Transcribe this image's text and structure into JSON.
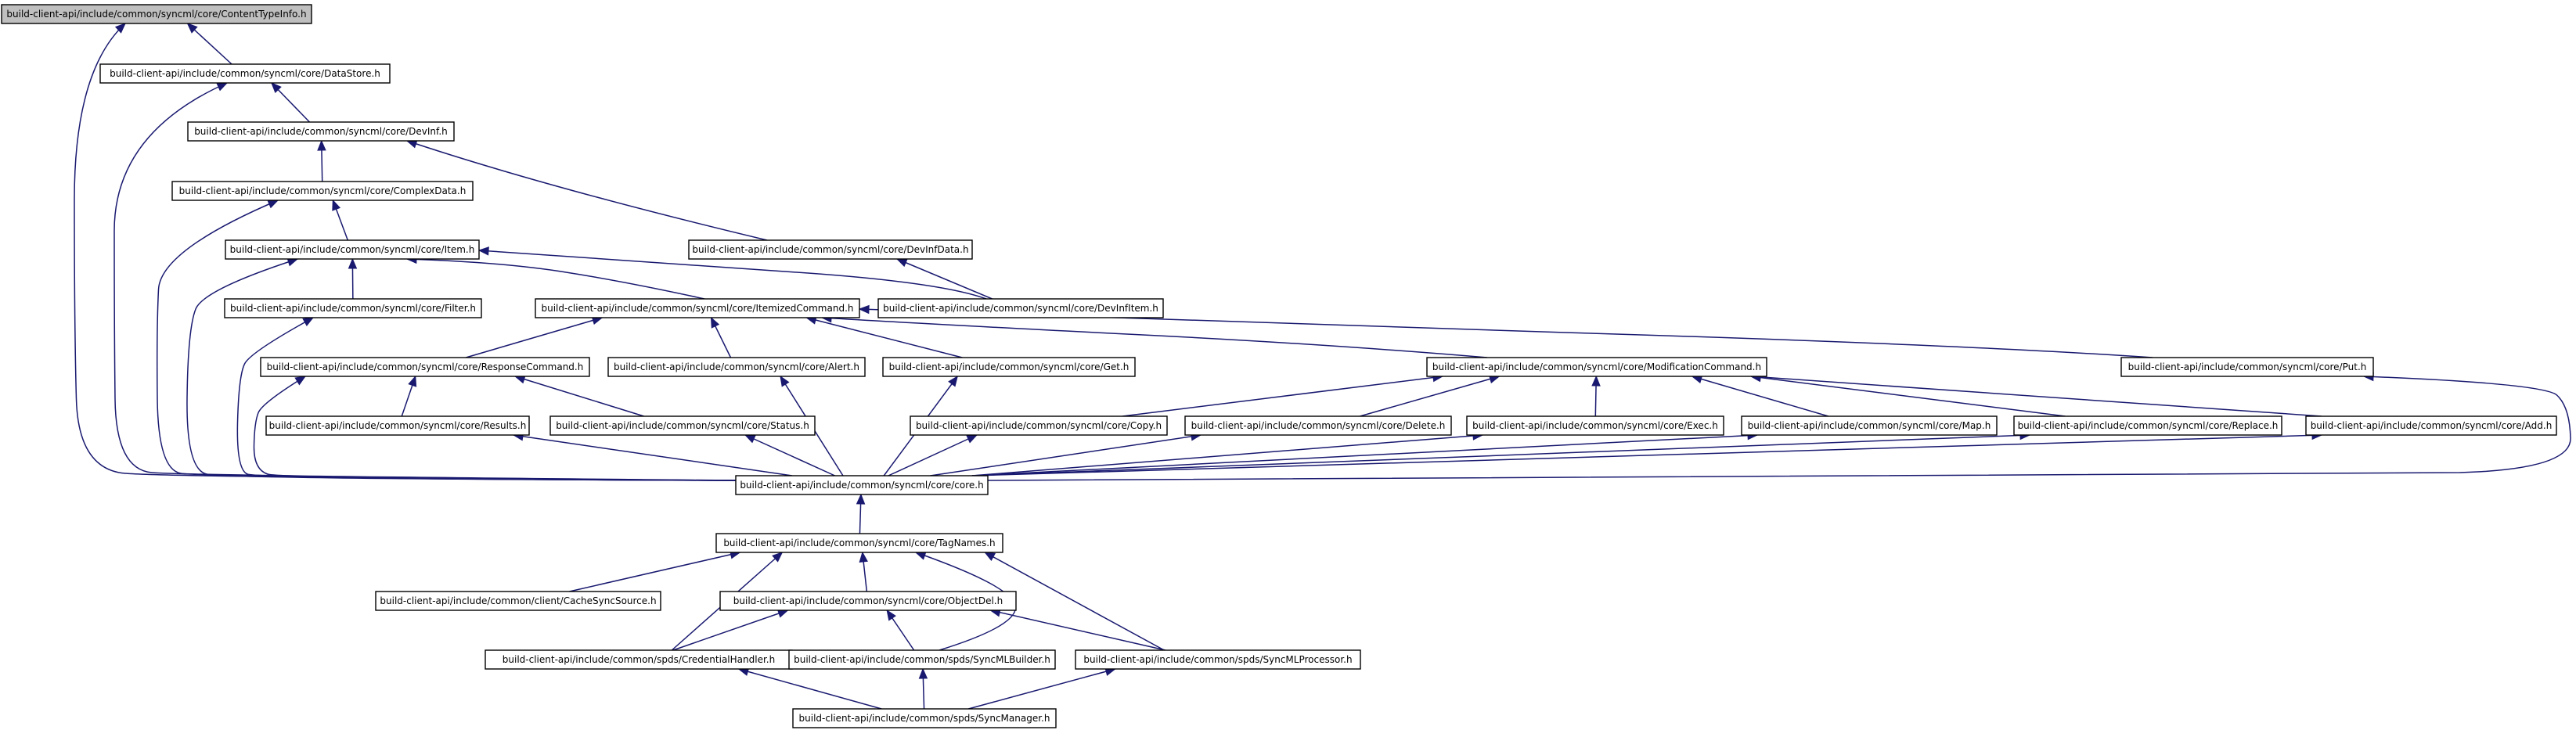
{
  "graph": {
    "nodes": [
      {
        "id": "contenttypeinfo",
        "label": "build-client-api/include/common/syncml/core/ContentTypeInfo.h",
        "root": true
      },
      {
        "id": "datastore",
        "label": "build-client-api/include/common/syncml/core/DataStore.h"
      },
      {
        "id": "devinf",
        "label": "build-client-api/include/common/syncml/core/DevInf.h"
      },
      {
        "id": "complexdata",
        "label": "build-client-api/include/common/syncml/core/ComplexData.h"
      },
      {
        "id": "devinfdata",
        "label": "build-client-api/include/common/syncml/core/DevInfData.h"
      },
      {
        "id": "item",
        "label": "build-client-api/include/common/syncml/core/Item.h"
      },
      {
        "id": "filter",
        "label": "build-client-api/include/common/syncml/core/Filter.h"
      },
      {
        "id": "itemizedcommand",
        "label": "build-client-api/include/common/syncml/core/ItemizedCommand.h"
      },
      {
        "id": "devinfitem",
        "label": "build-client-api/include/common/syncml/core/DevInfItem.h"
      },
      {
        "id": "responsecommand",
        "label": "build-client-api/include/common/syncml/core/ResponseCommand.h"
      },
      {
        "id": "alert",
        "label": "build-client-api/include/common/syncml/core/Alert.h"
      },
      {
        "id": "get",
        "label": "build-client-api/include/common/syncml/core/Get.h"
      },
      {
        "id": "modificationcommand",
        "label": "build-client-api/include/common/syncml/core/ModificationCommand.h"
      },
      {
        "id": "put",
        "label": "build-client-api/include/common/syncml/core/Put.h"
      },
      {
        "id": "results",
        "label": "build-client-api/include/common/syncml/core/Results.h"
      },
      {
        "id": "status",
        "label": "build-client-api/include/common/syncml/core/Status.h"
      },
      {
        "id": "copy",
        "label": "build-client-api/include/common/syncml/core/Copy.h"
      },
      {
        "id": "delete",
        "label": "build-client-api/include/common/syncml/core/Delete.h"
      },
      {
        "id": "exec",
        "label": "build-client-api/include/common/syncml/core/Exec.h"
      },
      {
        "id": "map",
        "label": "build-client-api/include/common/syncml/core/Map.h"
      },
      {
        "id": "replace",
        "label": "build-client-api/include/common/syncml/core/Replace.h"
      },
      {
        "id": "add",
        "label": "build-client-api/include/common/syncml/core/Add.h"
      },
      {
        "id": "core",
        "label": "build-client-api/include/common/syncml/core/core.h"
      },
      {
        "id": "tagnames",
        "label": "build-client-api/include/common/syncml/core/TagNames.h"
      },
      {
        "id": "cachesyncsource",
        "label": "build-client-api/include/common/client/CacheSyncSource.h"
      },
      {
        "id": "objectdel",
        "label": "build-client-api/include/common/syncml/core/ObjectDel.h"
      },
      {
        "id": "credentialhandler",
        "label": "build-client-api/include/common/spds/CredentialHandler.h"
      },
      {
        "id": "syncmlbuilder",
        "label": "build-client-api/include/common/spds/SyncMLBuilder.h"
      },
      {
        "id": "syncmlprocessor",
        "label": "build-client-api/include/common/spds/SyncMLProcessor.h"
      },
      {
        "id": "syncmanager",
        "label": "build-client-api/include/common/spds/SyncManager.h"
      }
    ],
    "edges": [
      [
        "datastore",
        "contenttypeinfo"
      ],
      [
        "core",
        "contenttypeinfo"
      ],
      [
        "devinf",
        "datastore"
      ],
      [
        "core",
        "datastore"
      ],
      [
        "complexdata",
        "devinf"
      ],
      [
        "devinfdata",
        "devinf"
      ],
      [
        "item",
        "complexdata"
      ],
      [
        "core",
        "complexdata"
      ],
      [
        "devinfitem",
        "devinfdata"
      ],
      [
        "filter",
        "item"
      ],
      [
        "itemizedcommand",
        "item"
      ],
      [
        "devinfitem",
        "item"
      ],
      [
        "core",
        "item"
      ],
      [
        "responsecommand",
        "itemizedcommand"
      ],
      [
        "alert",
        "itemizedcommand"
      ],
      [
        "get",
        "itemizedcommand"
      ],
      [
        "modificationcommand",
        "itemizedcommand"
      ],
      [
        "put",
        "itemizedcommand"
      ],
      [
        "core",
        "filter"
      ],
      [
        "results",
        "responsecommand"
      ],
      [
        "status",
        "responsecommand"
      ],
      [
        "core",
        "responsecommand"
      ],
      [
        "core",
        "alert"
      ],
      [
        "core",
        "get"
      ],
      [
        "copy",
        "modificationcommand"
      ],
      [
        "delete",
        "modificationcommand"
      ],
      [
        "exec",
        "modificationcommand"
      ],
      [
        "map",
        "modificationcommand"
      ],
      [
        "replace",
        "modificationcommand"
      ],
      [
        "add",
        "modificationcommand"
      ],
      [
        "core",
        "put"
      ],
      [
        "core",
        "results"
      ],
      [
        "core",
        "status"
      ],
      [
        "core",
        "copy"
      ],
      [
        "core",
        "delete"
      ],
      [
        "core",
        "exec"
      ],
      [
        "core",
        "map"
      ],
      [
        "core",
        "replace"
      ],
      [
        "core",
        "add"
      ],
      [
        "tagnames",
        "core"
      ],
      [
        "cachesyncsource",
        "tagnames"
      ],
      [
        "objectdel",
        "tagnames"
      ],
      [
        "credentialhandler",
        "tagnames"
      ],
      [
        "syncmlbuilder",
        "tagnames"
      ],
      [
        "syncmlprocessor",
        "tagnames"
      ],
      [
        "credentialhandler",
        "objectdel"
      ],
      [
        "syncmlbuilder",
        "objectdel"
      ],
      [
        "syncmlprocessor",
        "objectdel"
      ],
      [
        "syncmanager",
        "credentialhandler"
      ],
      [
        "syncmanager",
        "syncmlbuilder"
      ],
      [
        "syncmanager",
        "syncmlprocessor"
      ]
    ]
  }
}
